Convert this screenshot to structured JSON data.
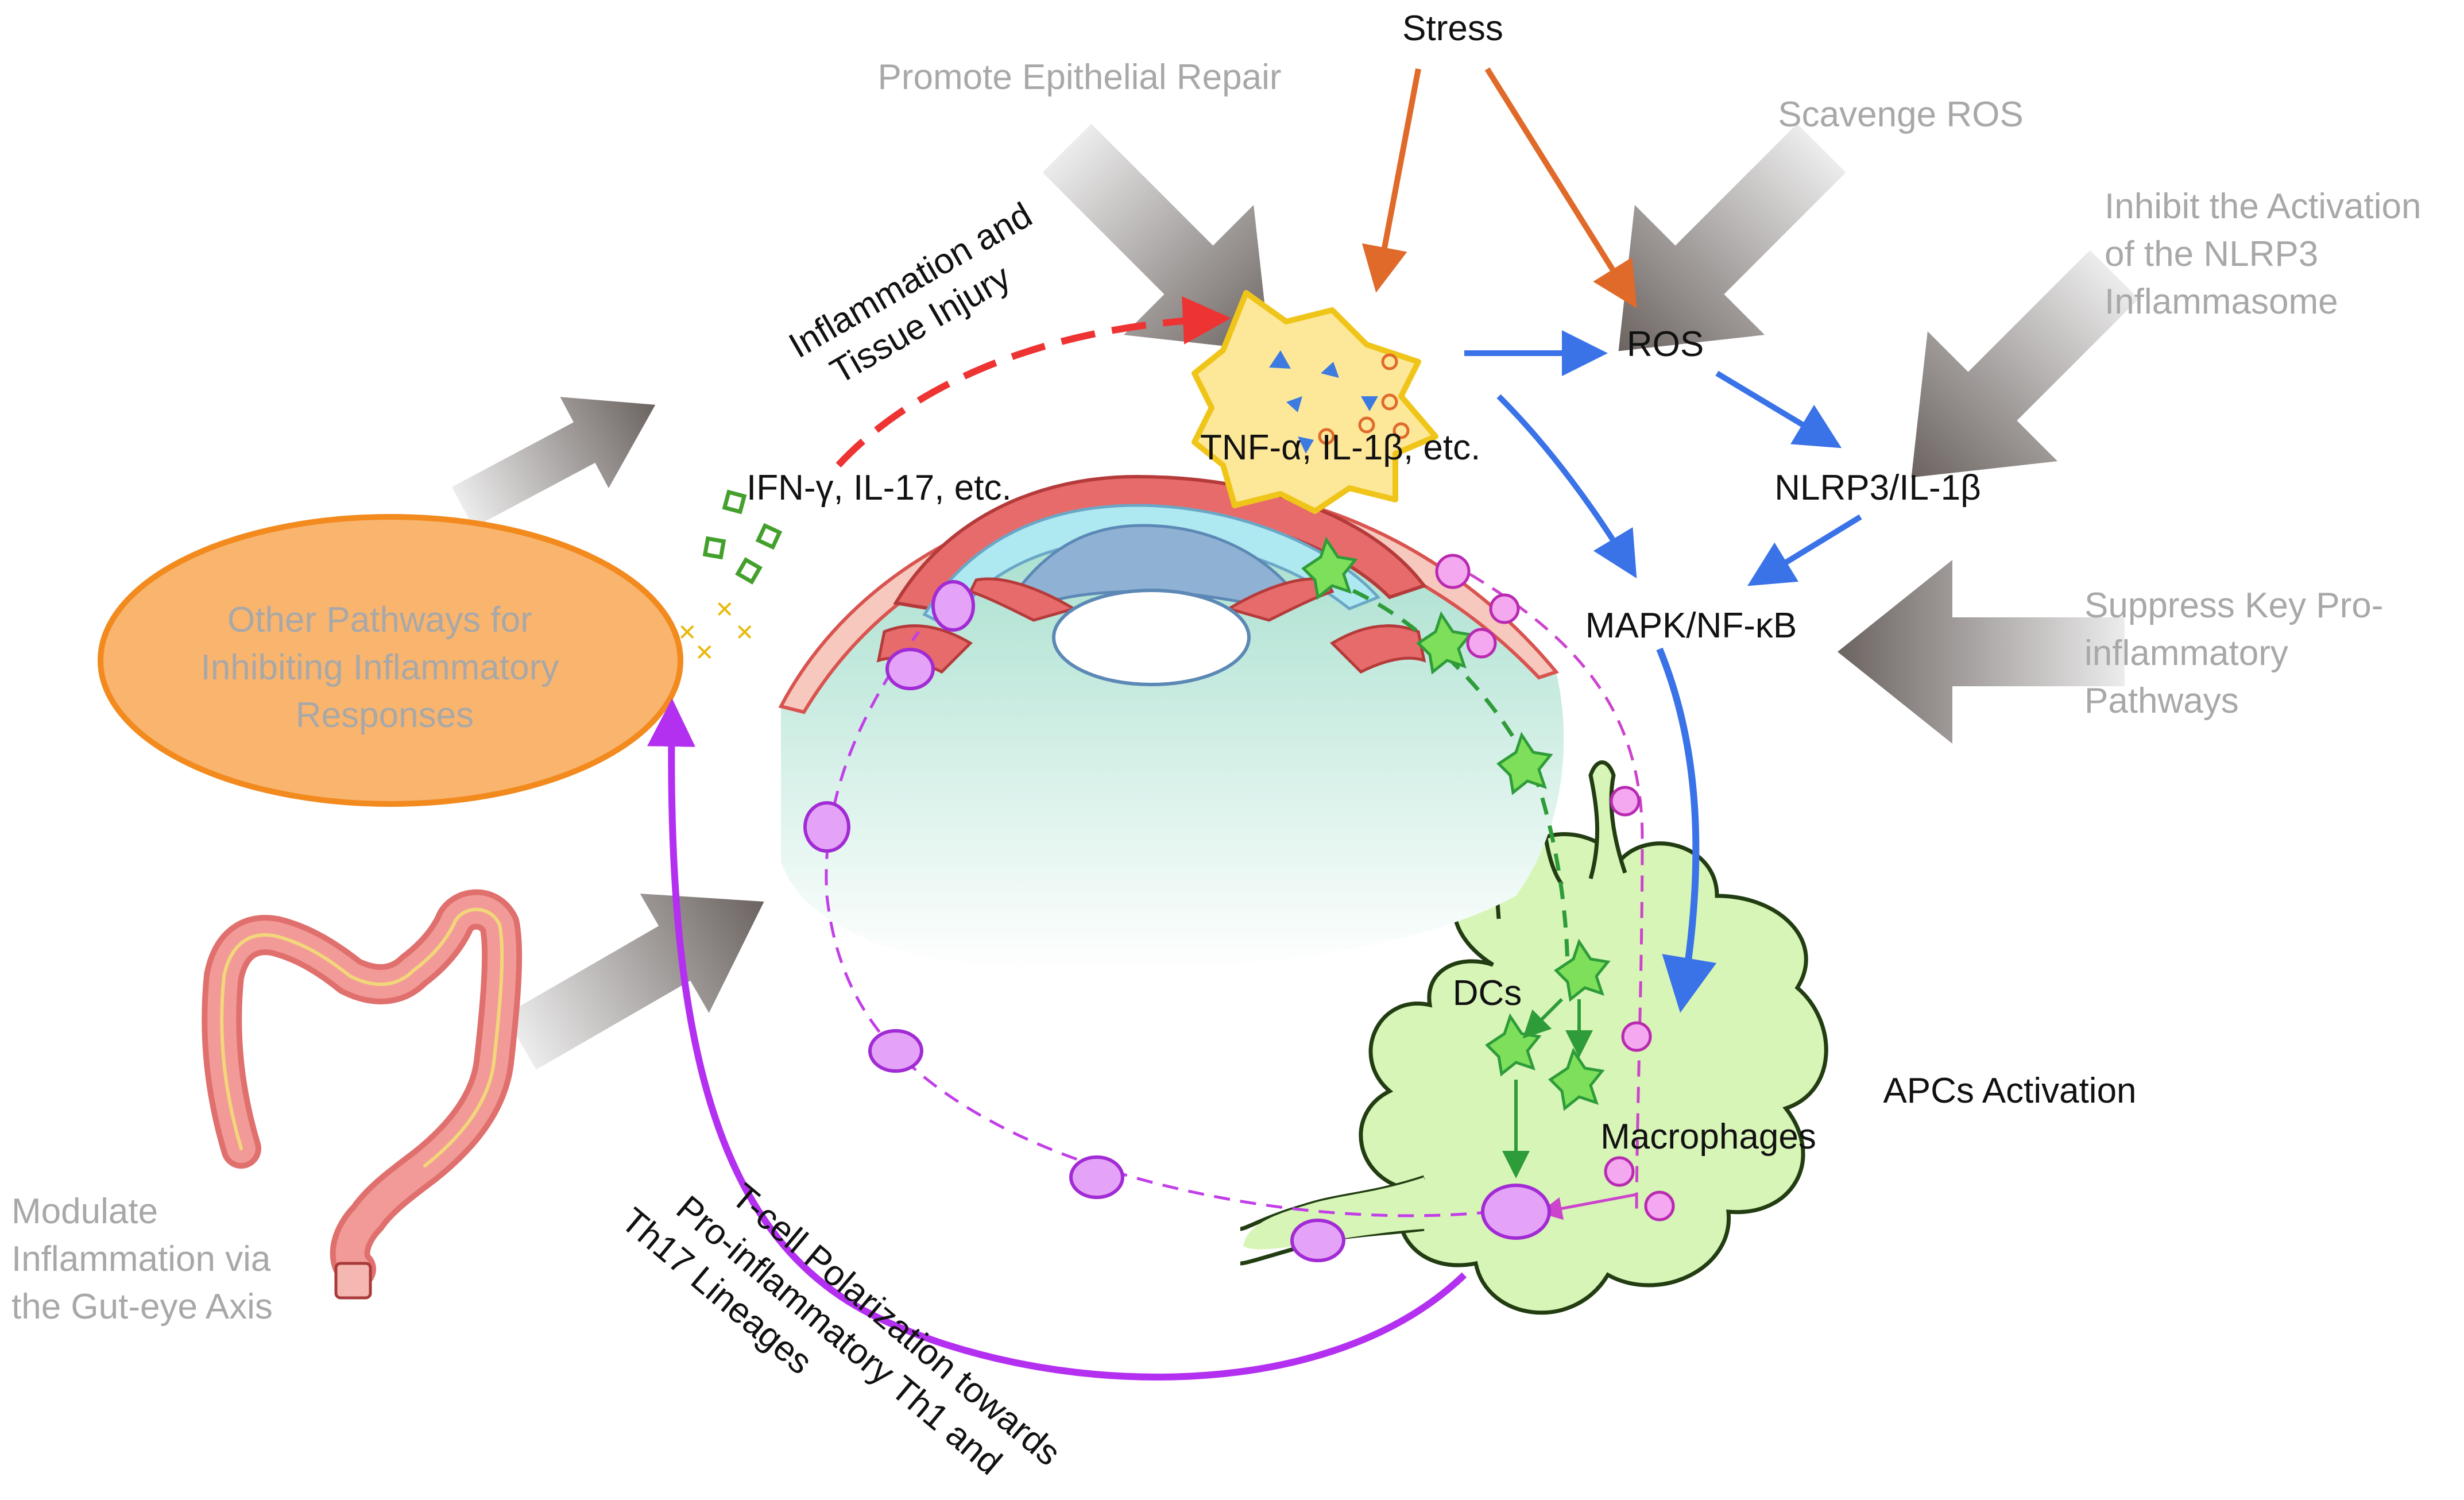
{
  "labels": {
    "stress": "Stress",
    "promote_repair": "Promote Epithelial Repair",
    "scavenge_ros": "Scavenge ROS",
    "inhibit_nlrp3": [
      "Inhibit the Activation",
      "of the NLRP3",
      "Inflammasome"
    ],
    "inflammation_injury": [
      "Inflammation and",
      "Tissue Injury"
    ],
    "cytokines_inner": "TNF-α, IL-1β, etc.",
    "ros": "ROS",
    "nlrp3": "NLRP3/IL-1β",
    "ifn": "IFN-γ, IL-17, etc.",
    "mapk": "MAPK/NF-κB",
    "suppress_pathways": [
      "Suppress Key Pro-",
      "inflammatory",
      "Pathways"
    ],
    "other_pathways": [
      "Other Pathways for",
      "Inhibiting Inflammatory",
      "Responses"
    ],
    "dcs": "DCs",
    "apcs_activation": "APCs Activation",
    "macrophages": "Macrophages",
    "gut_eye": [
      "Modulate",
      "Inflammation via",
      "the Gut-eye Axis"
    ],
    "tcell": [
      "T-cell Polarization towards",
      "Pro-inflammatory Th1 and",
      "Th17 Lineages"
    ]
  },
  "colors": {
    "orange_arrow": "#e06a2a",
    "blue_arrow": "#3a72e8",
    "red_arrow": "#ee3333",
    "purple_arrow": "#b430f0",
    "green_dash": "#2f9c3a",
    "gray_label": "#a8a8a8",
    "apc_fill": "#d8f5b8",
    "orange_ellipse": "#f9b46e",
    "ros_cell": "#fde89a"
  },
  "icons": {
    "big_arrows": "gray-gradient-arrow-icon",
    "eye": "eye-cross-section-icon",
    "gut": "colon-icon",
    "inflamed_cell": "inflamed-cell-icon"
  }
}
